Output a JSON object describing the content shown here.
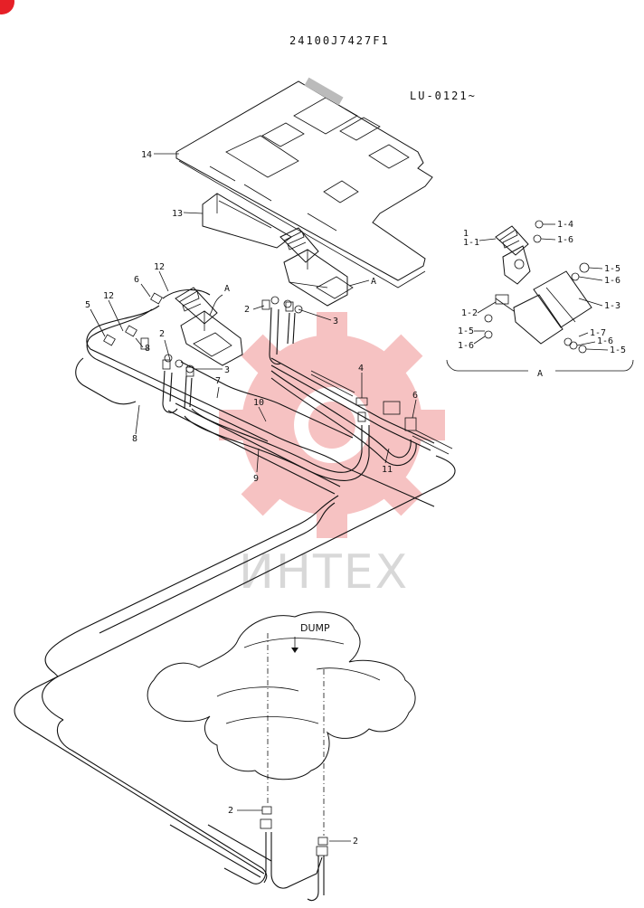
{
  "header": {
    "part_number": "24100J7427F1",
    "serial_range": "LU-0121~"
  },
  "detail": {
    "caption": "A",
    "labels": [
      "1",
      "1-1",
      "1-4",
      "1-6",
      "1-5",
      "1-6",
      "1-2",
      "1-3",
      "1-5",
      "1-6",
      "1-7",
      "1-6",
      "1-5"
    ]
  },
  "callouts": {
    "main": [
      "14",
      "13",
      "12",
      "6",
      "A",
      "A",
      "5",
      "12",
      "2",
      "3",
      "2",
      "8",
      "3",
      "7",
      "4",
      "6",
      "10",
      "8",
      "9",
      "11",
      "2",
      "2"
    ],
    "valve_label": "DUMP"
  },
  "watermark": {
    "text": "ИНТЕХ",
    "color": "#e62027"
  },
  "colors": {
    "line": "#111111",
    "watermark_gear": "#f3b5b5",
    "badge": "#e62027"
  }
}
